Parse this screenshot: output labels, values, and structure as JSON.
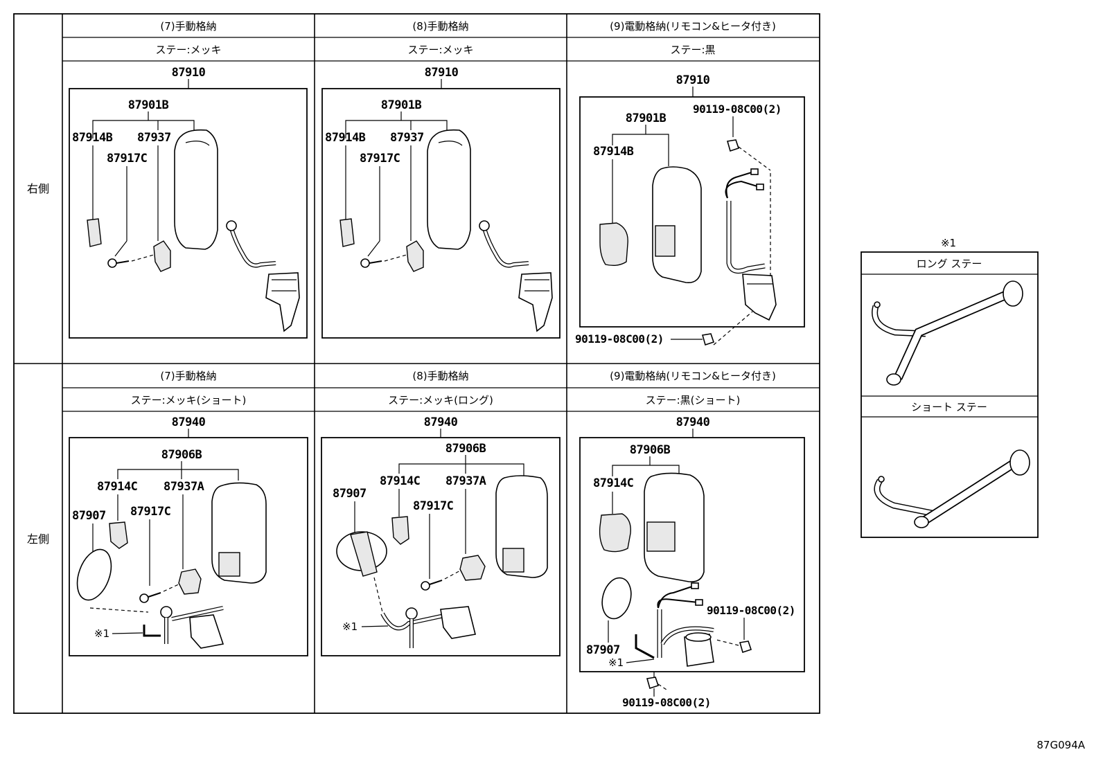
{
  "row_labels": {
    "right": "右側",
    "left": "左側"
  },
  "right": {
    "col1": {
      "type": "(7)手動格納",
      "stay": "ステー:メッキ",
      "assembly": "87910",
      "parts": {
        "p1": "87901B",
        "p2": "87914B",
        "p3": "87937",
        "p4": "87917C"
      }
    },
    "col2": {
      "type": "(8)手動格納",
      "stay": "ステー:メッキ",
      "assembly": "87910",
      "parts": {
        "p1": "87901B",
        "p2": "87914B",
        "p3": "87937",
        "p4": "87917C"
      }
    },
    "col3": {
      "type": "(9)電動格納(リモコン&ヒータ付き)",
      "stay": "ステー:黒",
      "assembly": "87910",
      "parts": {
        "p1": "87901B",
        "p2": "87914B",
        "p3": "90119-08C00(2)",
        "p4": "90119-08C00(2)"
      }
    }
  },
  "left": {
    "col1": {
      "type": "(7)手動格納",
      "stay": "ステー:メッキ(ショート)",
      "assembly": "87940",
      "parts": {
        "p1": "87906B",
        "p2": "87914C",
        "p3": "87937A",
        "p4": "87917C",
        "p5": "87907",
        "p6": "※1"
      }
    },
    "col2": {
      "type": "(8)手動格納",
      "stay": "ステー:メッキ(ロング)",
      "assembly": "87940",
      "parts": {
        "p1": "87906B",
        "p2": "87914C",
        "p3": "87937A",
        "p4": "87917C",
        "p5": "87907",
        "p6": "※1"
      }
    },
    "col3": {
      "type": "(9)電動格納(リモコン&ヒータ付き)",
      "stay": "ステー:黒(ショート)",
      "assembly": "87940",
      "parts": {
        "p1": "87906B",
        "p2": "87914C",
        "p3": "90119-08C00(2)",
        "p4": "87907",
        "p5": "※1",
        "p6": "90119-08C00(2)"
      }
    }
  },
  "note": {
    "mark": "※1",
    "long_stay": "ロング ステー",
    "short_stay": "ショート ステー"
  },
  "figure_code": "87G094A"
}
